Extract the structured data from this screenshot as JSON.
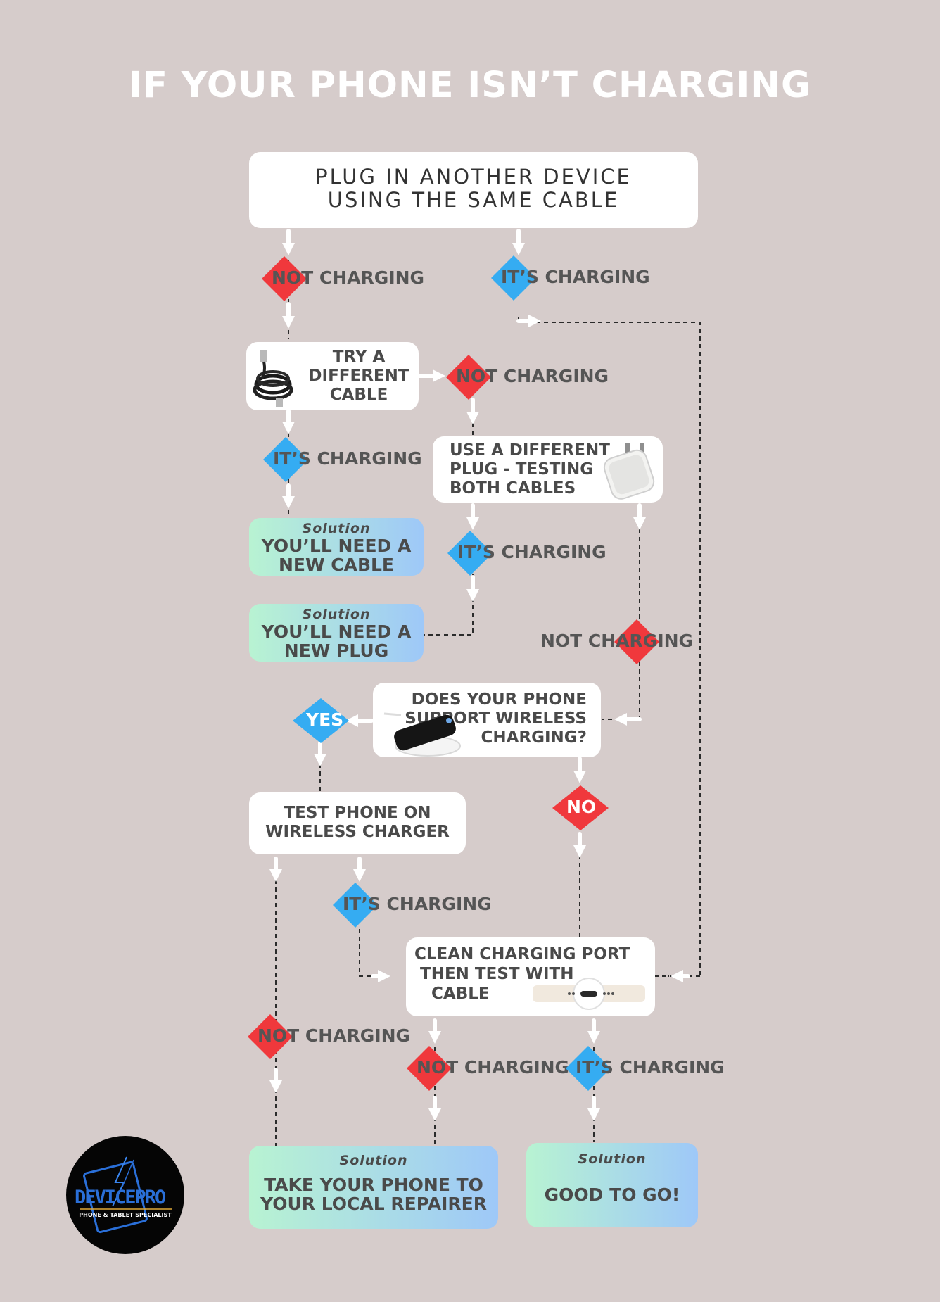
{
  "title": "IF YOUR PHONE ISN’T CHARGING",
  "steps": {
    "plug_device": "PLUG IN ANOTHER DEVICE\nUSING THE SAME CABLE",
    "try_cable": "TRY A\nDIFFERENT\nCABLE",
    "different_plug": "USE A DIFFERENT\nPLUG - TESTING\nBOTH CABLES",
    "wireless_q": "DOES YOUR PHONE\nSUPPORT WIRELESS\nCHARGING?",
    "test_wireless": "TEST PHONE ON\nWIRELESS CHARGER",
    "clean_port": "CLEAN CHARGING PORT\n THEN TEST WITH\n   CABLE"
  },
  "labels": {
    "not_charging": "NOT CHARGING",
    "its_charging": "IT’S CHARGING",
    "yes": "YES",
    "no": "NO"
  },
  "solutions": {
    "caption": "Solution",
    "new_cable": "YOU’LL NEED A\nNEW CABLE",
    "new_plug": "YOU’LL NEED A\nNEW PLUG",
    "repairer": "TAKE YOUR PHONE TO\nYOUR LOCAL REPAIRER",
    "good": "GOOD TO GO!"
  },
  "logo": {
    "brand": "DEVICEPRO",
    "tagline": "PHONE & TABLET SPECIALIST"
  },
  "colors": {
    "background": "#d6cccb",
    "red": "#f0383c",
    "blue": "#35acf2",
    "logo_blue": "#2a6fd8",
    "logo_gold": "#e0a93a"
  }
}
